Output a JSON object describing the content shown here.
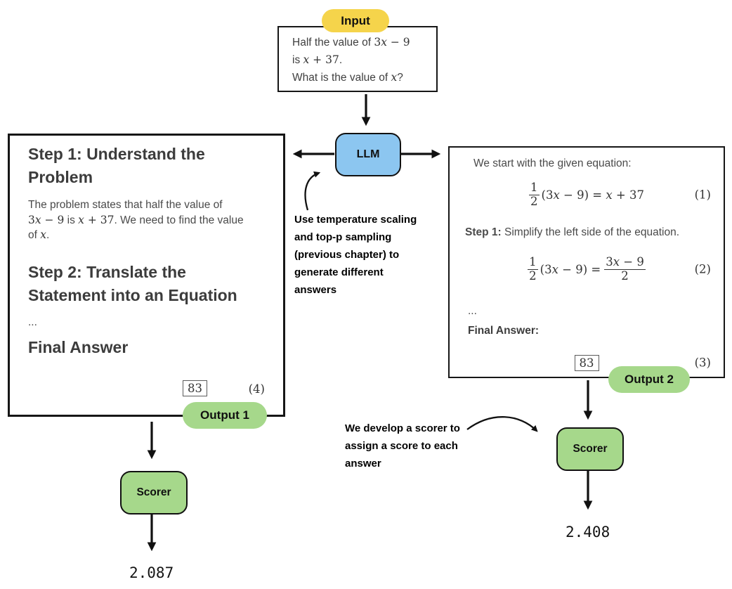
{
  "colors": {
    "yellow": "#F5D44B",
    "blue": "#8CC6F0",
    "green": "#A6D88B",
    "arrow": "#111111"
  },
  "input": {
    "badge": "Input",
    "lines": [
      "Half the value of $3x − 9$",
      "is $x + 37$.",
      "What is the value of $x$?"
    ]
  },
  "llm": {
    "label": "LLM"
  },
  "annotations": {
    "sampling_lines": [
      "Use temperature scaling",
      "and top-p sampling",
      "(previous chapter) to",
      "generate different",
      "answers"
    ],
    "scorer_lines": [
      "We develop a scorer to",
      "assign a score to each",
      "answer"
    ]
  },
  "output1": {
    "badge": "Output 1",
    "heading1_lines": [
      "Step 1: Understand the",
      "Problem"
    ],
    "para_lines": [
      "The problem states that half the value of",
      "$3x − 9$ is $x + 37$. We need to find the value",
      "of $x$."
    ],
    "heading2_lines": [
      "Step 2: Translate the",
      "Statement into an Equation"
    ],
    "ellipsis": "...",
    "final_heading": "Final Answer",
    "boxed_answer": "83",
    "eq_tag": "(4)",
    "scorer_label": "Scorer",
    "score": "2.087"
  },
  "output2": {
    "badge": "Output 2",
    "intro": "We start with the given equation:",
    "eq1": {
      "lhs_num": "1",
      "lhs_den": "2",
      "rest": "(3x − 9) = x + 37",
      "tag": "(1)"
    },
    "step1": "**Step 1:** Simplify the left side of the equation.",
    "eq2": {
      "lhs_num": "1",
      "lhs_den": "2",
      "mid": "(3x − 9) =",
      "rhs_num": "3x − 9",
      "rhs_den": "2",
      "tag": "(2)"
    },
    "ellipsis": "...",
    "final_label": "Final Answer:",
    "boxed_answer": "83",
    "eq_tag": "(3)",
    "scorer_label": "Scorer",
    "score": "2.408"
  }
}
